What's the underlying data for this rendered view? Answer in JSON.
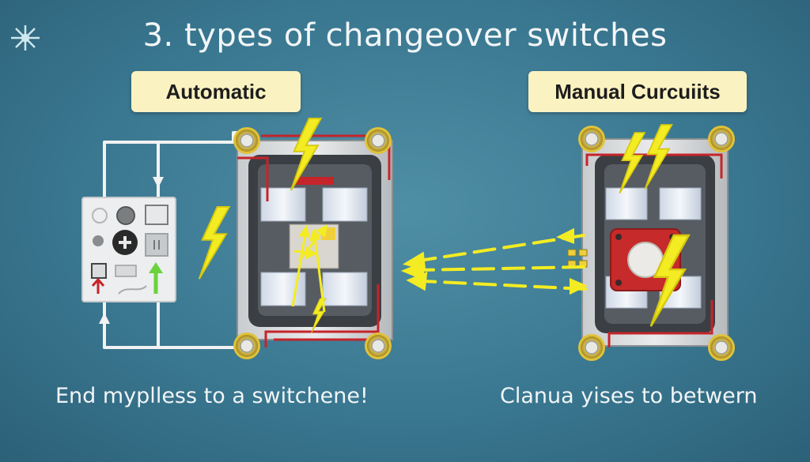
{
  "title": "3. types of changeover switches",
  "labels": {
    "left": "Automatic",
    "right": "Manual Curcuiits"
  },
  "captions": {
    "left": "End myplless to a switchene!",
    "right": "Clanua yises to betwern"
  },
  "colors": {
    "background": "#3a7891",
    "label_bg": "#fbf2c1",
    "bolt": "#f4ec22",
    "wire_red": "#c5242a",
    "wire_white": "#f2f2f2",
    "knob_red": "#c62a2a",
    "indicator_green": "#6ad33c"
  },
  "icons": [
    "sparkle-logo-icon",
    "lightning-bolt-icon"
  ]
}
